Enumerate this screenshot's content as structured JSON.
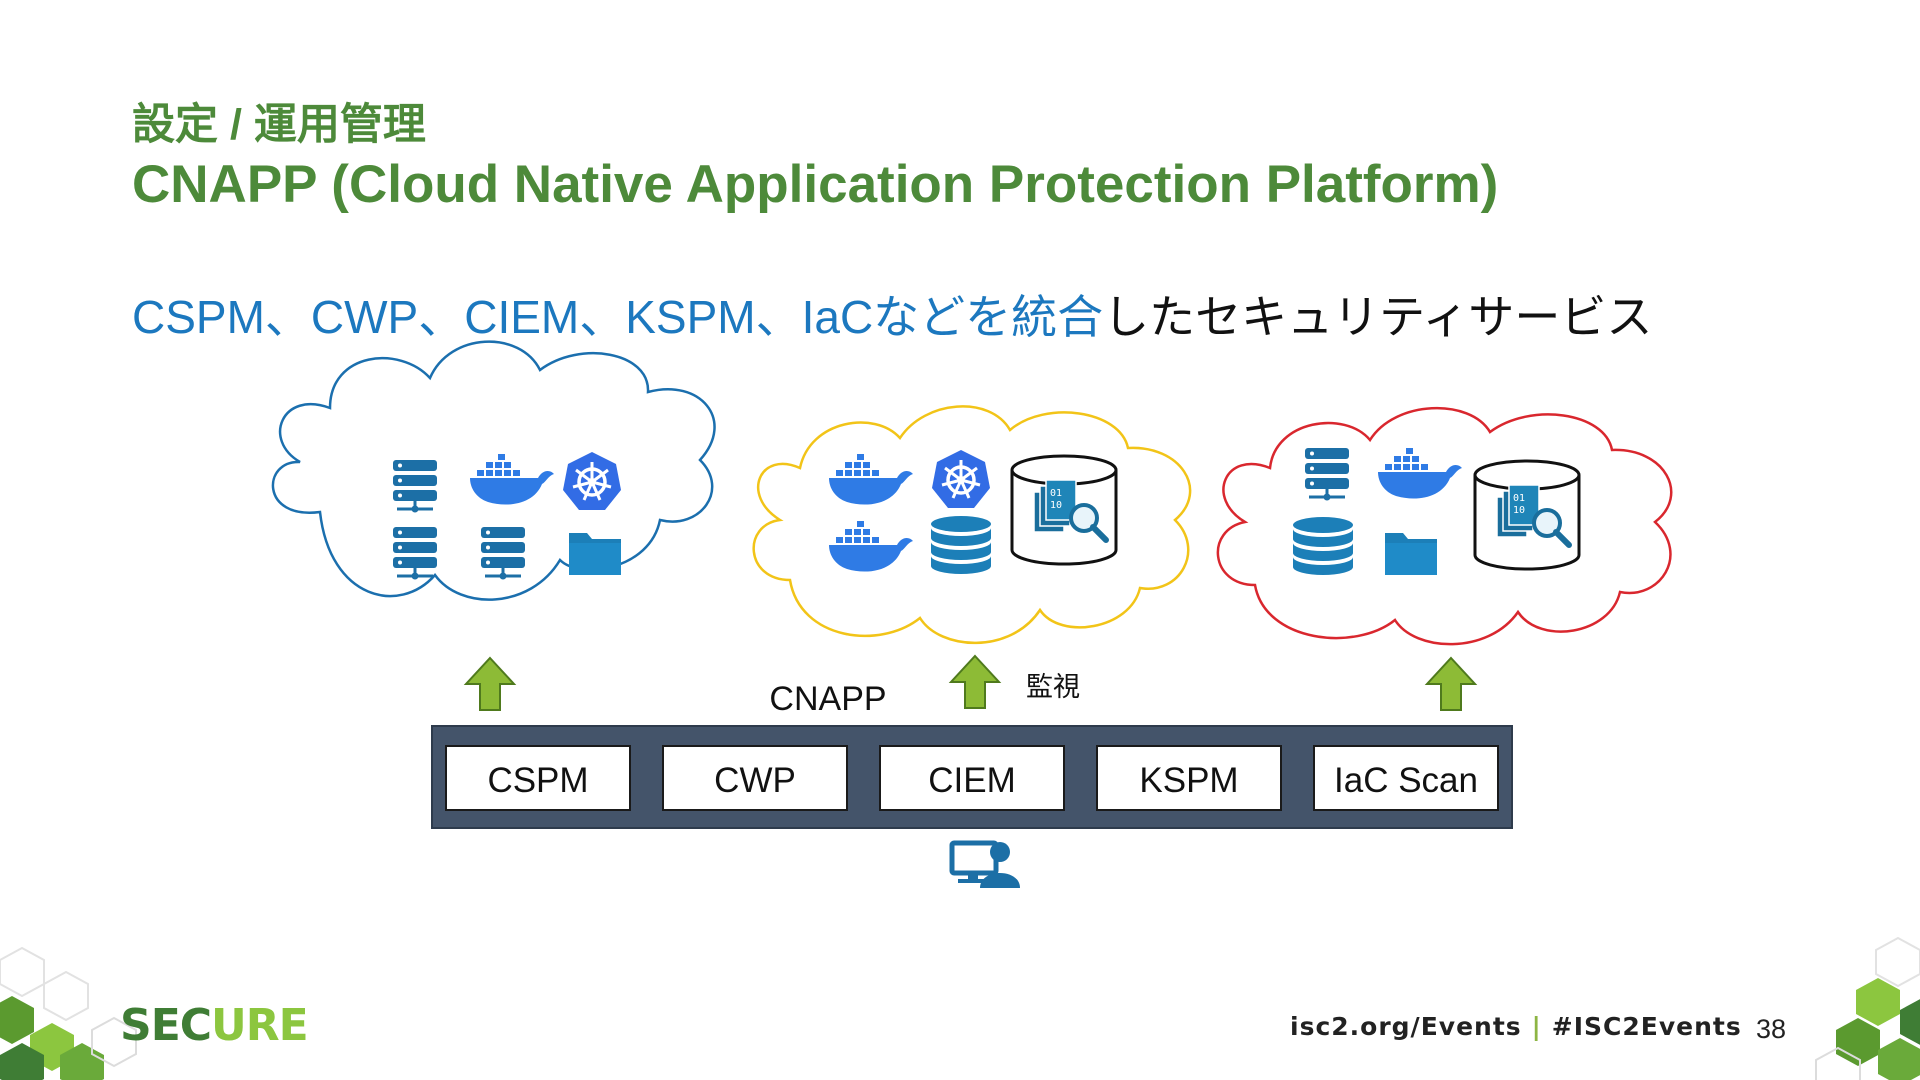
{
  "header": {
    "subtitle": "設定 / 運用管理",
    "title": "CNAPP (Cloud Native Application Protection Platform)"
  },
  "lead": {
    "highlight": "CSPM、CWP、CIEM、KSPM、IaCなどを統合",
    "rest": "したセキュリティサービス"
  },
  "diagram": {
    "platform_label": "CNAPP",
    "monitor_label": "監視",
    "modules": [
      "CSPM",
      "CWP",
      "CIEM",
      "KSPM",
      "IaC Scan"
    ],
    "clouds": [
      {
        "color": "#1b6fae",
        "icons": [
          "server-icon",
          "docker-icon",
          "kubernetes-icon",
          "server-icon",
          "server-icon",
          "folder-icon"
        ]
      },
      {
        "color": "#f2c418",
        "icons": [
          "docker-icon",
          "kubernetes-icon",
          "database-scan-icon",
          "docker-icon",
          "database-icon"
        ]
      },
      {
        "color": "#d9272e",
        "icons": [
          "server-icon",
          "docker-icon",
          "database-scan-icon",
          "database-icon",
          "folder-icon"
        ]
      }
    ],
    "arrow_color": "#8dbb36",
    "bar_color": "#44546a"
  },
  "footer": {
    "logo_part1": "SEC",
    "logo_part2": "URE",
    "url": "isc2.org/Events",
    "hashtag": "#ISC2Events",
    "page_number": "38"
  }
}
